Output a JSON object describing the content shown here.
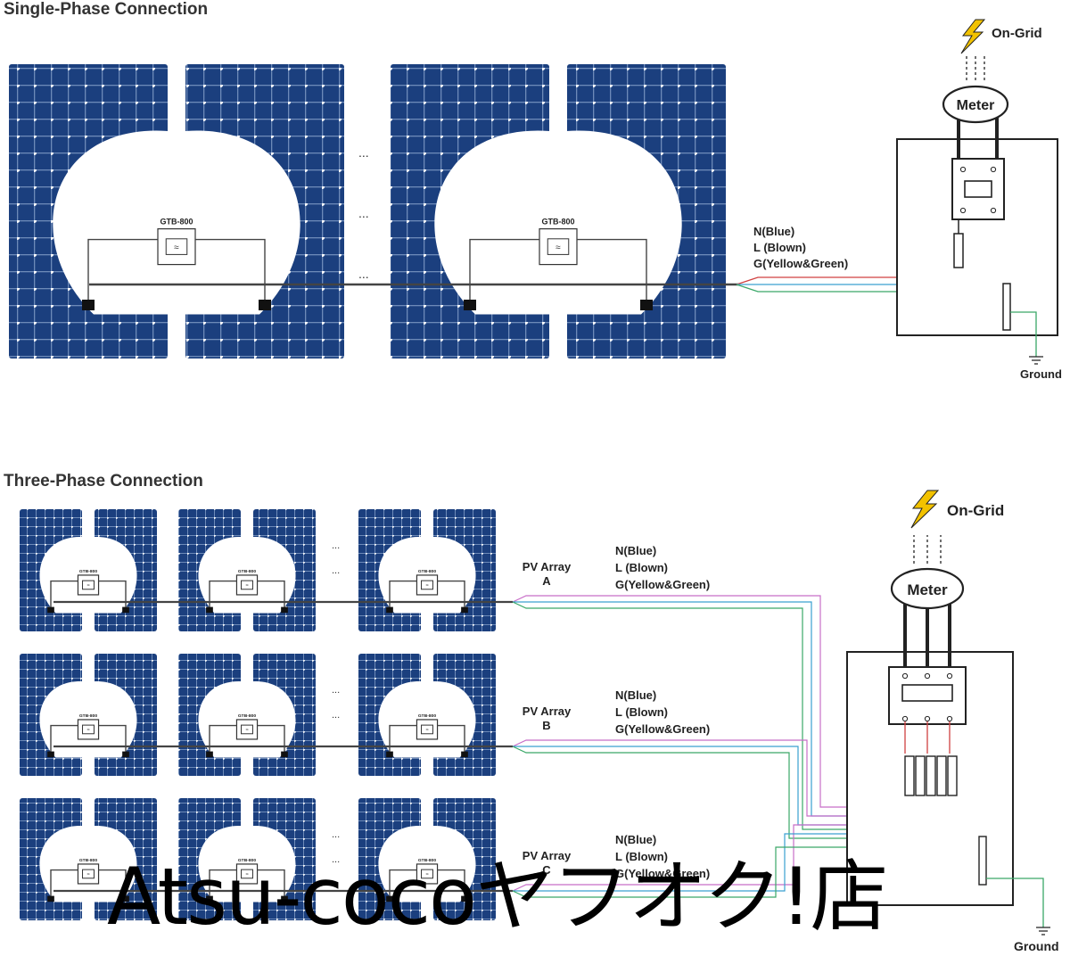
{
  "single_phase": {
    "title": "Single-Phase Connection",
    "inverter_label": "GTB-800",
    "wire_labels": [
      "N(Blue)",
      "L (Blown)",
      "G(Yellow&Green)"
    ],
    "meter_label": "Meter",
    "grid_label": "On-Grid",
    "ground_label": "Ground",
    "panel_continuation": "..."
  },
  "three_phase": {
    "title": "Three-Phase Connection",
    "inverter_label": "GTB-800",
    "meter_label": "Meter",
    "grid_label": "On-Grid",
    "ground_label": "Ground",
    "arrays": [
      {
        "name": "PV Array",
        "id": "A",
        "wire_labels": [
          "N(Blue)",
          "L (Blown)",
          "G(Yellow&Green)"
        ]
      },
      {
        "name": "PV Array",
        "id": "B",
        "wire_labels": [
          "N(Blue)",
          "L (Blown)",
          "G(Yellow&Green)"
        ]
      },
      {
        "name": "PV Array",
        "id": "C",
        "wire_labels": [
          "N(Blue)",
          "L (Blown)",
          "G(Yellow&Green)"
        ]
      }
    ]
  },
  "watermark": "Atsu-cocoヤフオク!店",
  "colors": {
    "panel": "#1b3f7e",
    "panel_cell_gap": "#ffffff",
    "wire_neutral": "#3aa0d0",
    "wire_live": "#d04040",
    "wire_ground": "#3aa868",
    "wire_live_three_phase": "#c86ec8",
    "grid_bolt": "#f2c200"
  }
}
